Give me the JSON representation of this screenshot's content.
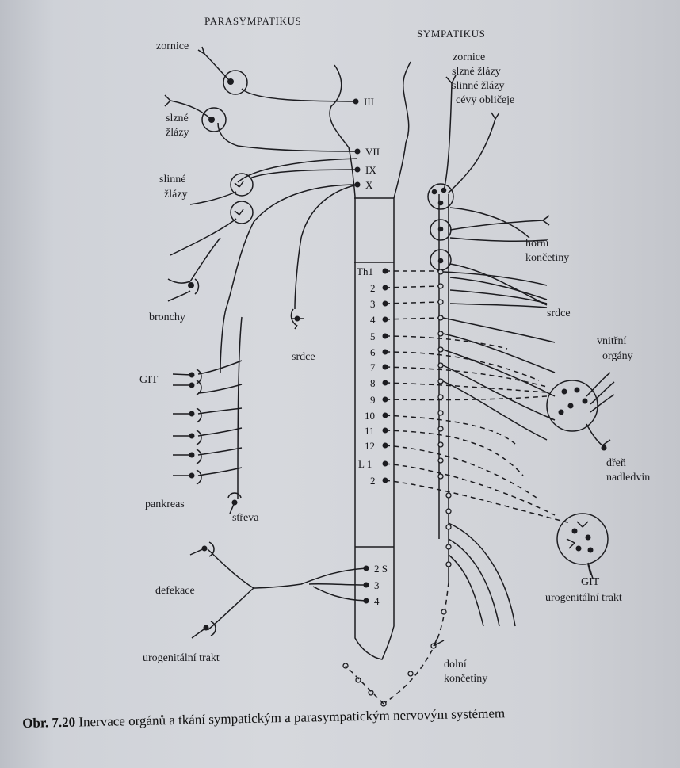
{
  "headers": {
    "para": "PARASYMPATIKUS",
    "sym": "SYMPATIKUS"
  },
  "cranial": [
    "III",
    "VII",
    "IX",
    "X"
  ],
  "segments": {
    "thoracic": [
      "Th1",
      "2",
      "3",
      "4",
      "5",
      "6",
      "7",
      "8",
      "9",
      "10",
      "11",
      "12"
    ],
    "lumbar": [
      "L 1",
      "2"
    ],
    "sacral": [
      "2 S",
      "3",
      "4"
    ]
  },
  "para_labels": {
    "zornice": "zornice",
    "slzne_1": "slzné",
    "slzne_2": "žlázy",
    "slinne_1": "slinné",
    "slinne_2": "žlázy",
    "bronchy": "bronchy",
    "git": "GIT",
    "srdce": "srdce",
    "pankreas": "pankreas",
    "streva": "střeva",
    "defekace": "defekace",
    "urogenital": "urogenitální trakt"
  },
  "sym_labels": {
    "zornice": "zornice",
    "slzne": "slzné žlázy",
    "slinne": "slinné žlázy",
    "cevy": "cévy obličeje",
    "horni_1": "horní",
    "horni_2": "končetiny",
    "srdce": "srdce",
    "vnitrni_1": "vnitřní",
    "vnitrni_2": "orgány",
    "dren_1": "dřeň",
    "dren_2": "nadledvin",
    "git": "GIT",
    "urogenital": "urogenitální trakt",
    "dolni_1": "dolní",
    "dolni_2": "končetiny"
  },
  "caption": {
    "number": "Obr. 7.20",
    "text": " Inervace orgánů a tkání sympatickým a parasympatickým nervovým systémem"
  }
}
